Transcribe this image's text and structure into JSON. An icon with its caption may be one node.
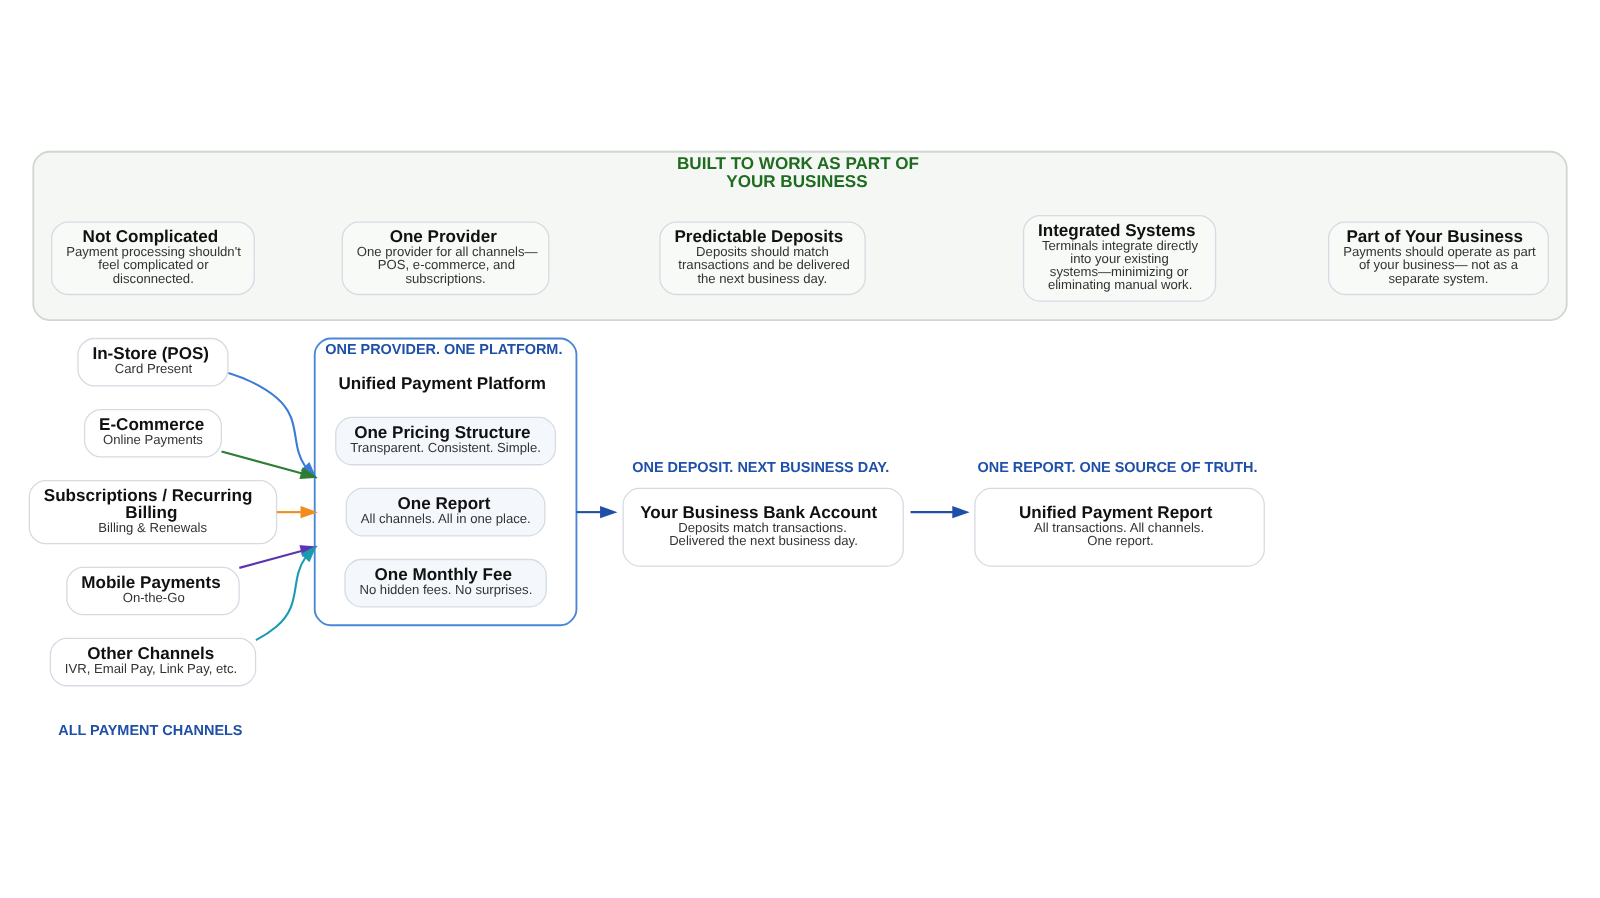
{
  "diagram": {
    "nodes": [
      {
        "text": [
          "In-Store (POS)",
          "Card Present"
        ]
      },
      {
        "text": [
          "E-Commerce",
          "Online Payments"
        ]
      },
      {
        "text": [
          "Subscriptions / Recurring Billing",
          "Billing & Renewals"
        ]
      },
      {
        "text": [
          "Mobile Payments",
          "On-the-Go"
        ]
      },
      {
        "text": [
          "Other Channels",
          "IVR, Email Pay, Link Pay, etc."
        ]
      },
      {
        "text": [
          "Unified Payment Platform"
        ],
        "beside": [
          "ONE PROVIDER. ONE PLATFORM."
        ]
      },
      {
        "text": [
          "One Pricing Structure",
          "Transparent. Consistent. Simple."
        ],
        "in": 5
      },
      {
        "text": [
          "One Report",
          "All channels. All in one place."
        ],
        "in": 5
      },
      {
        "text": [
          "One Monthly Fee",
          "No hidden fees. No surprises."
        ],
        "in": 5
      },
      {
        "text": [
          "Your Business Bank Account",
          "Deposits match transactions. Delivered the next business day."
        ],
        "beside": [
          "ONE DEPOSIT. NEXT BUSINESS DAY."
        ]
      },
      {
        "text": [
          "Unified Payment Report",
          "All transactions. All channels. One report."
        ],
        "beside": [
          "ONE REPORT. ONE SOURCE OF TRUTH."
        ]
      },
      {
        "text": [
          "BUILT TO WORK AS PART OF YOUR BUSINESS"
        ]
      },
      {
        "text": [
          "Not Complicated",
          "Payment processing shouldn't feel complicated or disconnected."
        ],
        "in": 11
      },
      {
        "text": [
          "One Provider",
          "One provider for all channels— POS, e-commerce, and subscriptions."
        ],
        "in": 11
      },
      {
        "text": [
          "Predictable Deposits",
          "Deposits should match transactions and be delivered the next business day."
        ],
        "in": 11
      },
      {
        "text": [
          "Integrated Systems",
          "Terminals integrate directly into your existing systems—minimizing or eliminating manual work."
        ],
        "in": 11
      },
      {
        "text": [
          "Part of Your Business",
          "Payments should operate as part of your business— not as a separate system."
        ],
        "in": 11
      }
    ],
    "edges": [
      {
        "from": 0,
        "to": 5,
        "arrow": "to",
        "color": "#3a7bd5"
      },
      {
        "from": 1,
        "to": 5,
        "arrow": "to",
        "color": "#2e7d32"
      },
      {
        "from": 2,
        "to": 5,
        "arrow": "to",
        "color": "#f28c1e"
      },
      {
        "from": 3,
        "to": 5,
        "arrow": "to",
        "color": "#5e35b1"
      },
      {
        "from": 4,
        "to": 5,
        "arrow": "to",
        "color": "#1a9bb0"
      },
      {
        "from": 5,
        "to": 9,
        "arrow": "to"
      },
      {
        "from": 9,
        "to": 10,
        "arrow": "to"
      }
    ],
    "labels": [
      "ALL PAYMENT CHANNELS"
    ]
  }
}
